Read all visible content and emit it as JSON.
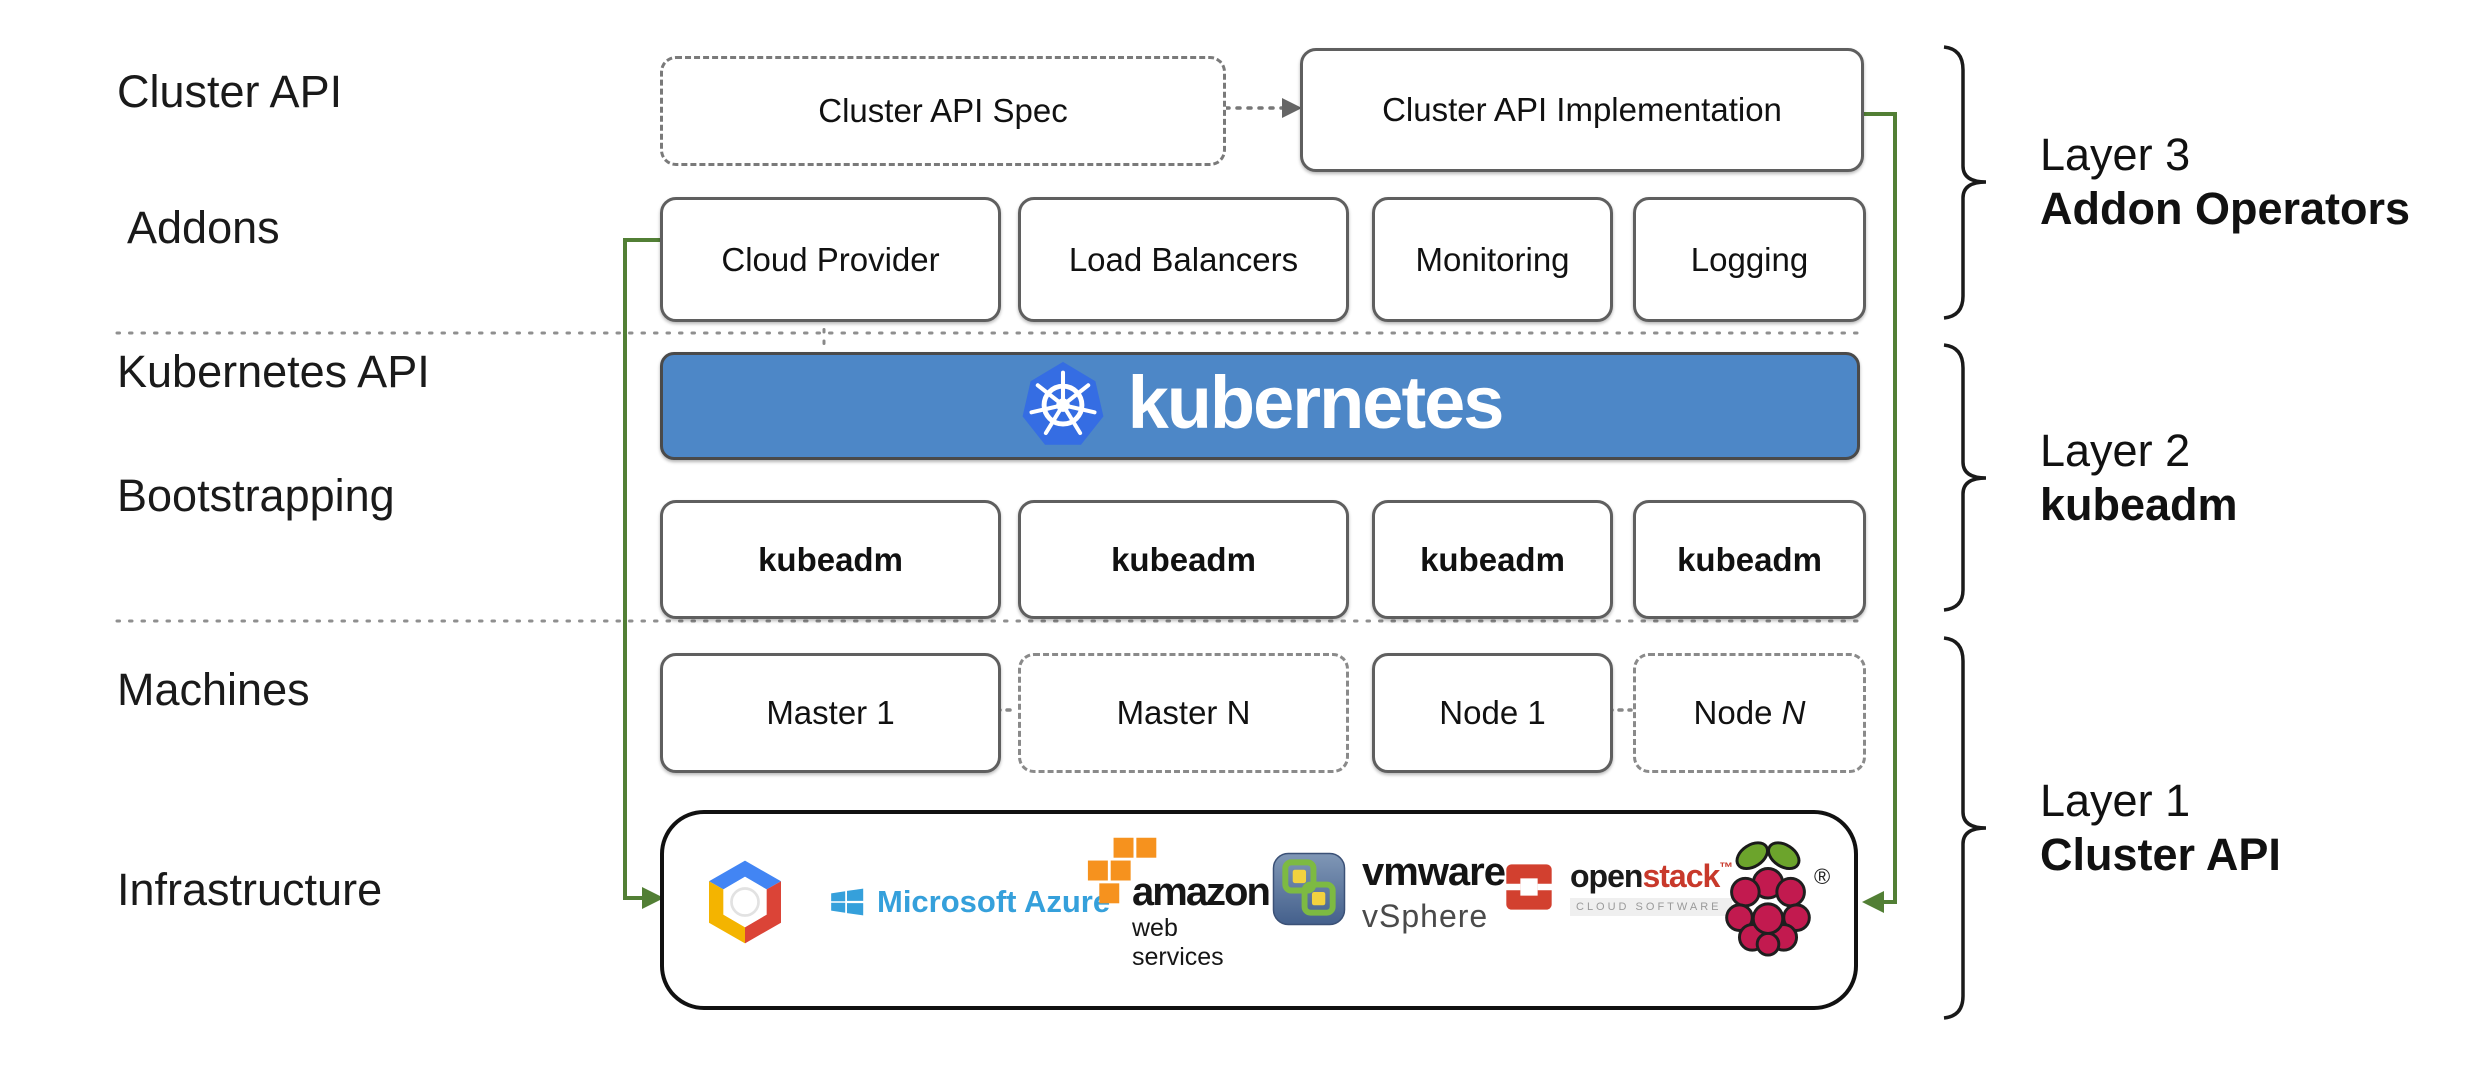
{
  "left_labels": {
    "cluster_api": "Cluster API",
    "addons": "Addons",
    "kubernetes_api": "Kubernetes API",
    "bootstrapping": "Bootstrapping",
    "machines": "Machines",
    "infrastructure": "Infrastructure"
  },
  "row_cluster_api": {
    "spec": "Cluster API Spec",
    "implementation": "Cluster API Implementation"
  },
  "row_addons": [
    "Cloud Provider",
    "Load Balancers",
    "Monitoring",
    "Logging"
  ],
  "kubernetes": {
    "wordmark": "kubernetes"
  },
  "row_bootstrapping": [
    "kubeadm",
    "kubeadm",
    "kubeadm",
    "kubeadm"
  ],
  "row_machines": [
    {
      "prefix": "Master 1",
      "suffix": ""
    },
    {
      "prefix": "Master N",
      "suffix": ""
    },
    {
      "prefix": "Node 1",
      "suffix": ""
    },
    {
      "prefix": "Node ",
      "suffix": "N"
    }
  ],
  "infrastructure_logos": {
    "azure_text": "Microsoft Azure",
    "amazon_text": "amazon",
    "amazon_sub": "web services",
    "vmware_text": "vmware",
    "vmware_sub": "vSphere",
    "openstack_part1": "open",
    "openstack_part2": "stack",
    "openstack_tm": "™",
    "openstack_sub": "CLOUD SOFTWARE",
    "raspberry_reg": "®"
  },
  "icons": [
    "kubernetes-wheel-icon",
    "google-cloud-icon",
    "microsoft-azure-icon",
    "aws-cubes-icon",
    "vmware-vsphere-icon",
    "openstack-icon",
    "raspberry-pi-icon"
  ],
  "layers": [
    {
      "line1": "Layer 3",
      "line2": "Addon Operators"
    },
    {
      "line1": "Layer 2",
      "line2": "kubeadm"
    },
    {
      "line1": "Layer 1",
      "line2": "Cluster API"
    }
  ],
  "colors": {
    "banner_blue": "#4d87c7",
    "k8s_logo_blue": "#356de3",
    "arrow_green": "#527f35",
    "azure_blue": "#35a0db",
    "aws_orange": "#f6921e",
    "vmware_green": "#7dba42",
    "openstack_red": "#d2402f",
    "raspberry_red": "#c21a4f",
    "leaf_green": "#6ca42c",
    "gcp_blue": "#4285f4",
    "gcp_red": "#db4437",
    "gcp_yellow": "#f4b400"
  }
}
